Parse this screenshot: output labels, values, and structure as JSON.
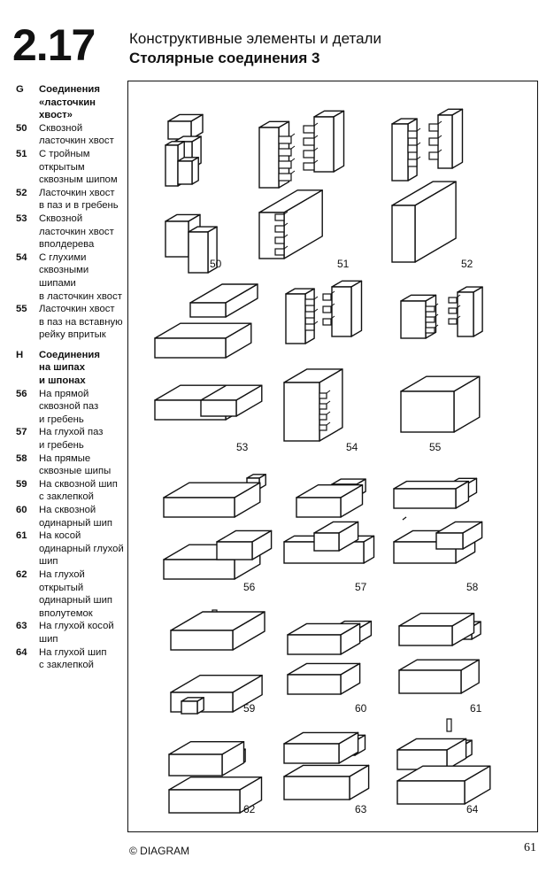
{
  "header": {
    "section_number": "2.17",
    "title_line1": "Конструктивные элементы и детали",
    "title_line2": "Столярные соединения 3"
  },
  "legend": {
    "group_g": {
      "letter": "G",
      "title": [
        "Соединения",
        "«ласточкин",
        "хвост»"
      ]
    },
    "group_g_items": [
      {
        "num": "50",
        "lines": [
          "Сквозной",
          "ласточкин хвост"
        ]
      },
      {
        "num": "51",
        "lines": [
          "С тройным",
          "открытым",
          "сквозным шипом"
        ]
      },
      {
        "num": "52",
        "lines": [
          "Ласточкин хвост",
          "в паз и в гребень"
        ]
      },
      {
        "num": "53",
        "lines": [
          "Сквозной",
          "ласточкин хвост",
          "вполдерева"
        ]
      },
      {
        "num": "54",
        "lines": [
          "С глухими",
          "сквозными",
          "шипами",
          "в ласточкин хвост"
        ]
      },
      {
        "num": "55",
        "lines": [
          "Ласточкин хвост",
          "в паз на вставную",
          "рейку впритык"
        ]
      }
    ],
    "group_h": {
      "letter": "H",
      "title": [
        "Соединения",
        "на шипах",
        "и шпонах"
      ]
    },
    "group_h_items": [
      {
        "num": "56",
        "lines": [
          "На прямой",
          "сквозной паз",
          "и гребень"
        ]
      },
      {
        "num": "57",
        "lines": [
          "На глухой паз",
          "и гребень"
        ]
      },
      {
        "num": "58",
        "lines": [
          "На прямые",
          "сквозные шипы"
        ]
      },
      {
        "num": "59",
        "lines": [
          "На сквозной шип",
          "с заклепкой"
        ]
      },
      {
        "num": "60",
        "lines": [
          "На сквозной",
          "одинарный шип"
        ]
      },
      {
        "num": "61",
        "lines": [
          "На косой",
          "одинарный глухой",
          "шип"
        ]
      },
      {
        "num": "62",
        "lines": [
          "На глухой",
          "открытый",
          "одинарный шип",
          "вполутемок"
        ]
      },
      {
        "num": "63",
        "lines": [
          "На глухой косой",
          "шип"
        ]
      },
      {
        "num": "64",
        "lines": [
          "На глухой шип",
          "с заклепкой"
        ]
      }
    ]
  },
  "figure_labels": [
    "50",
    "51",
    "52",
    "53",
    "54",
    "55",
    "56",
    "57",
    "58",
    "59",
    "60",
    "61",
    "62",
    "63",
    "64"
  ],
  "footer": {
    "copyright": "© DIAGRAM",
    "page_number": "61"
  }
}
